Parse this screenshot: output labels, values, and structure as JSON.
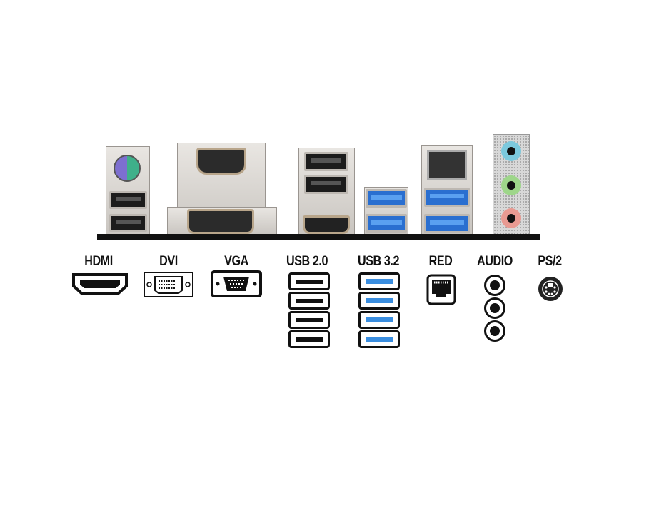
{
  "labels": {
    "hdmi": "HDMI",
    "dvi": "DVI",
    "vga": "VGA",
    "usb20": "USB 2.0",
    "usb32": "USB 3.2",
    "red": "RED",
    "audio": "AUDIO",
    "ps2": "PS/2"
  },
  "colors": {
    "usb3_blue": "#2a6fd0",
    "audio_blue": "#7cc9dd",
    "audio_green": "#9ed68a",
    "audio_pink": "#e89a92",
    "ps2_purple": "#7d6fd0",
    "ps2_green": "#3fb08a"
  }
}
